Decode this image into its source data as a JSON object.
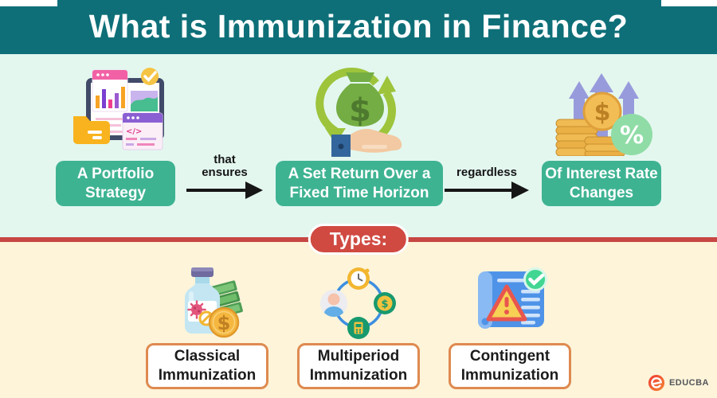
{
  "header": {
    "title": "What is Immunization in Finance?"
  },
  "flow": {
    "steps": [
      {
        "label": "A Portfolio Strategy",
        "icon": "portfolio-dashboard-icon"
      },
      {
        "label": "A Set Return Over a Fixed Time Horizon",
        "icon": "money-bag-cycle-icon"
      },
      {
        "label": "Of Interest Rate Changes",
        "icon": "interest-rate-rise-icon"
      }
    ],
    "connectors": [
      {
        "label": "that ensures"
      },
      {
        "label": "regardless"
      }
    ]
  },
  "types": {
    "heading": "Types:",
    "items": [
      {
        "label": "Classical Immunization",
        "icon": "vaccine-vial-money-icon"
      },
      {
        "label": "Multiperiod Immunization",
        "icon": "time-money-people-cycle-icon"
      },
      {
        "label": "Contingent Immunization",
        "icon": "scroll-warning-check-icon"
      }
    ]
  },
  "brand": {
    "name": "EDUCBA"
  },
  "colors": {
    "header_teal": "#0e6f78",
    "mint_bg": "#e3f7ef",
    "cream_bg": "#fdf4da",
    "step_box_teal": "#3eb392",
    "types_red": "#d04a42",
    "divider_red": "#c64743",
    "type_box_border_orange": "#df8a50",
    "arrow_black": "#161616"
  }
}
